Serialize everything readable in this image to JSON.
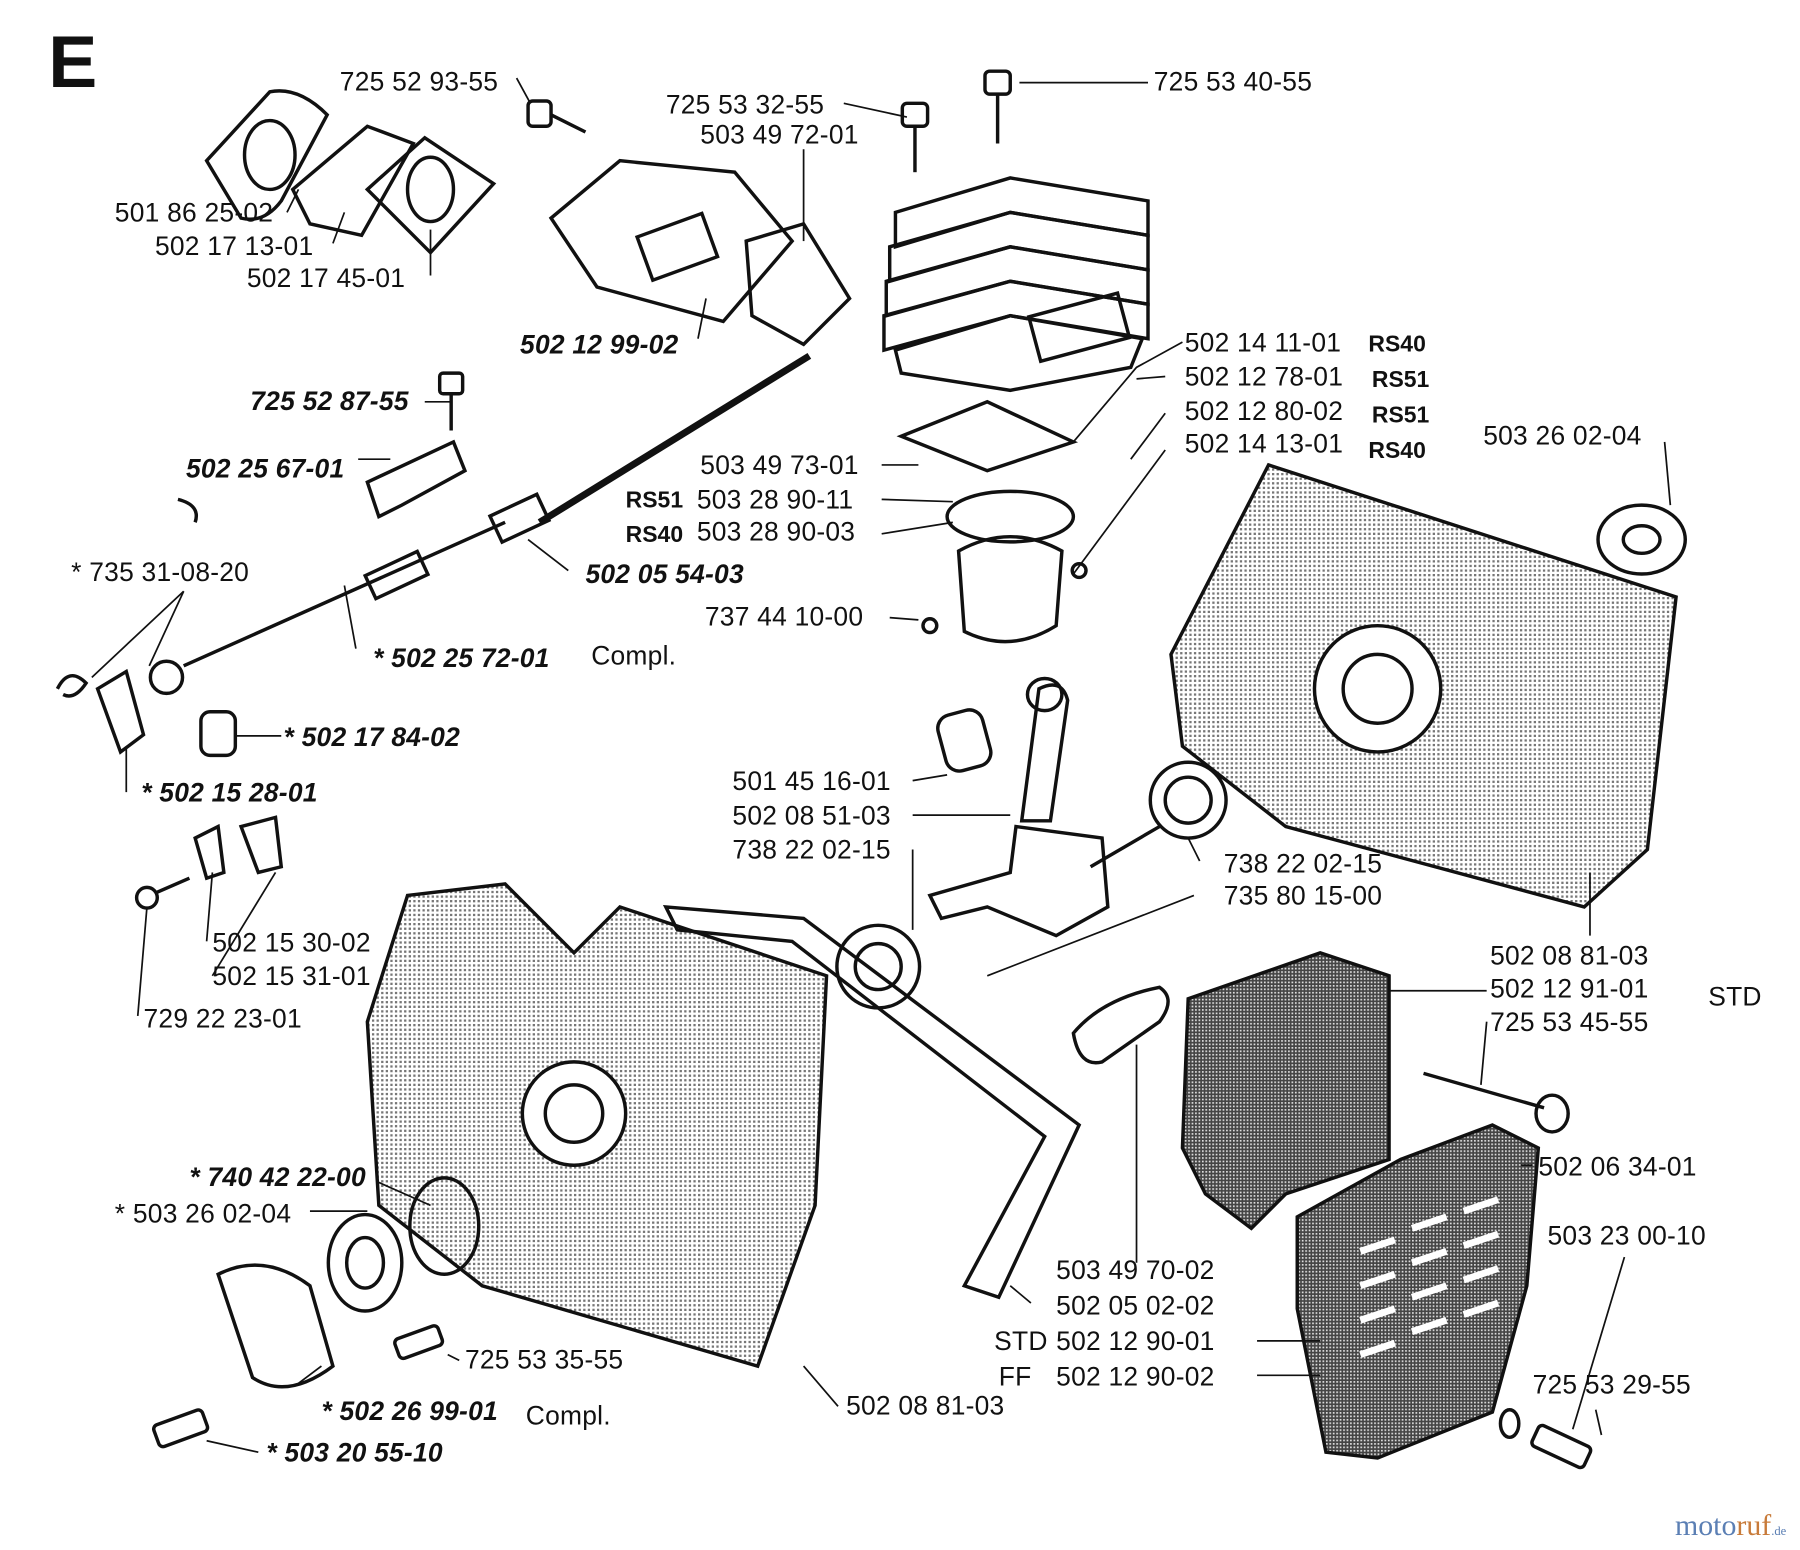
{
  "section_letter": "E",
  "watermark": {
    "text_a": "moto",
    "text_b": "ruf",
    "suffix": ".de"
  },
  "labels": {
    "l01": "725 52 93-55",
    "l02": "725 53 32-55",
    "l03": "725 53 40-55",
    "l04": "503 49 72-01",
    "l05": "501 86 25-02",
    "l06": "502 17 13-01",
    "l07": "502 17 45-01",
    "l08": "502 12 99-02",
    "l09": "725 52 87-55",
    "l10": "502 25 67-01",
    "l11": "502 14 11-01",
    "l12": "502 12 78-01",
    "l13": "502 12 80-02",
    "l14": "502 14 13-01",
    "l15": "503 49 73-01",
    "l16": "503 28 90-11",
    "l17": "503 28 90-03",
    "l18": "503 26 02-04",
    "l19": "502 05 54-03",
    "l20": "* 735 31-08-20",
    "l21": "* 502 25 72-01",
    "l22": "Compl.",
    "l23": "737 44 10-00",
    "l24": "* 502 17 84-02",
    "l25": "* 502 15 28-01",
    "l26": "501 45 16-01",
    "l27": "502 08 51-03",
    "l28": "738 22 02-15",
    "l29": "738 22 02-15",
    "l30": "735 80 15-00",
    "l31": "502 15 30-02",
    "l32": "502 15 31-01",
    "l33": "729 22 23-01",
    "l34": "502 08 81-03",
    "l35": "502 12 91-01",
    "l36": "725 53 45-55",
    "l37": "502 06 34-01",
    "l38": "503 23 00-10",
    "l39": "* 740 42 22-00",
    "l40": "* 503 26 02-04",
    "l41": "503 49 70-02",
    "l42": "502 05 02-02",
    "l43": "502 12 90-01",
    "l44": "502 12 90-02",
    "l45": "725 53 35-55",
    "l46": "* 502 26 99-01",
    "l47": "Compl.",
    "l48": "502 08 81-03",
    "l49": "725 53 29-55",
    "l50": "* 503 20 55-10"
  },
  "tags": {
    "t1": "RS40",
    "t2": "RS51",
    "t3": "RS51",
    "t4": "RS40",
    "t5": "RS51",
    "t6": "RS40",
    "t7": "STD",
    "t8": "STD",
    "t9": "FF"
  }
}
